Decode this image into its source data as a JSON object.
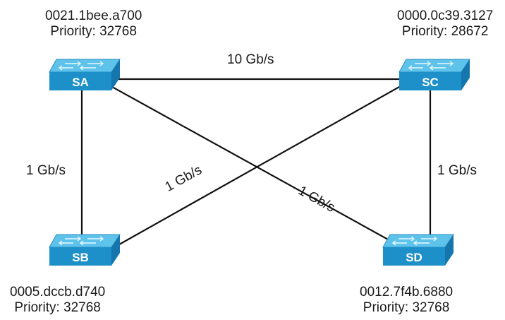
{
  "switches": {
    "sa": {
      "name": "SA",
      "mac": "0021.1bee.a700",
      "priority": "Priority: 32768"
    },
    "sb": {
      "name": "SB",
      "mac": "0005.dccb.d740",
      "priority": "Priority: 32768"
    },
    "sc": {
      "name": "SC",
      "mac": "0000.0c39.3127",
      "priority": "Priority: 28672"
    },
    "sd": {
      "name": "SD",
      "mac": "0012.7f4b.6880",
      "priority": "Priority: 32768"
    }
  },
  "links": {
    "sa_sc": "10 Gb/s",
    "sa_sb": "1 Gb/s",
    "sc_sd": "1 Gb/s",
    "sb_sc": "1 Gb/s",
    "sa_sd": "1 Gb/s"
  },
  "colors": {
    "switch_top": "#5ec3ea",
    "switch_front": "#1d8fc9",
    "switch_side": "#1576ad",
    "line": "#111111"
  }
}
